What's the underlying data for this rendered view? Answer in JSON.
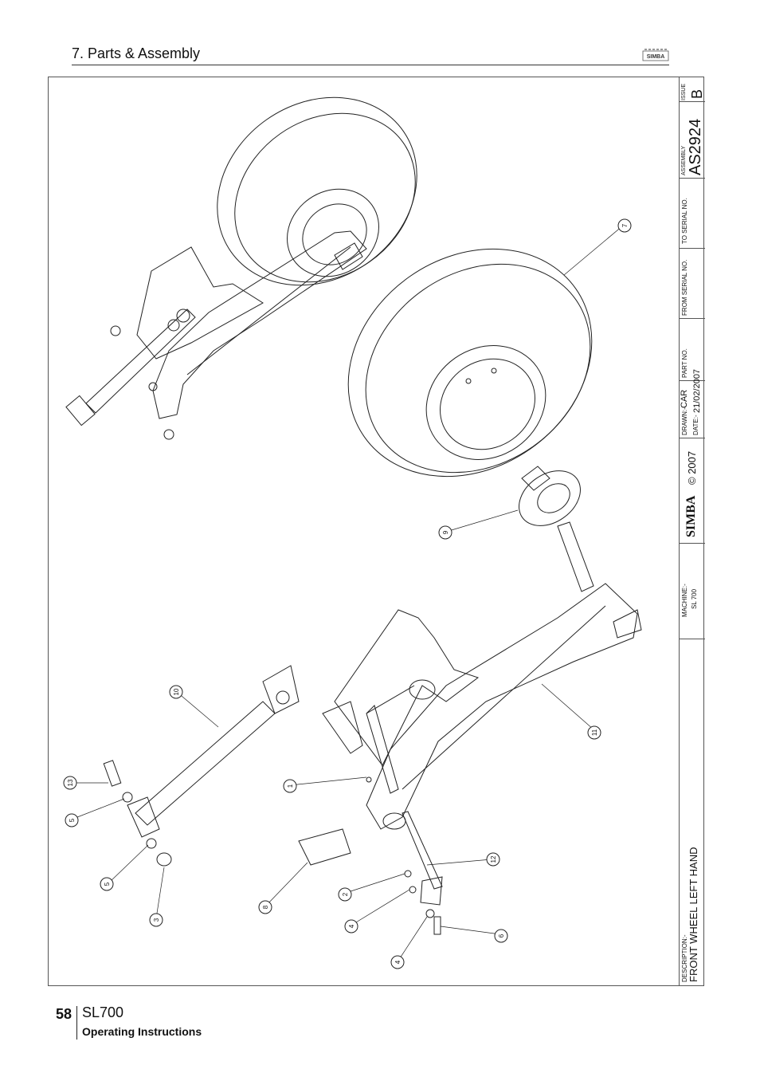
{
  "header": {
    "section_title": "7. Parts & Assembly",
    "logo_text": "SIMBA"
  },
  "title_block": {
    "description_label": "DESCRIPTION:-",
    "description": "FRONT WHEEL LEFT HAND",
    "machine_label": "MACHINE:-",
    "machine": "SL 700",
    "logo_text": "SIMBA",
    "copyright": "© 2007",
    "drawn_label": "DRAWN:-",
    "drawn": "CAR",
    "date_label": "DATE:-",
    "date": "21/02/2007",
    "part_no_label": "PART NO.",
    "from_serial_label": "FROM SERIAL NO.",
    "to_serial_label": "TO SERIAL NO.",
    "assembly_label": "ASSEMBLY",
    "assembly": "AS2924",
    "issue_label": "ISSUE",
    "issue": "B"
  },
  "callouts": [
    "1",
    "2",
    "3",
    "4",
    "4",
    "5",
    "5",
    "6",
    "7",
    "8",
    "9",
    "10",
    "11",
    "12",
    "13"
  ],
  "footer": {
    "page_number": "58",
    "model": "SL700",
    "subtitle": "Operating Instructions"
  },
  "colors": {
    "line": "#222222",
    "frame": "#555555"
  }
}
